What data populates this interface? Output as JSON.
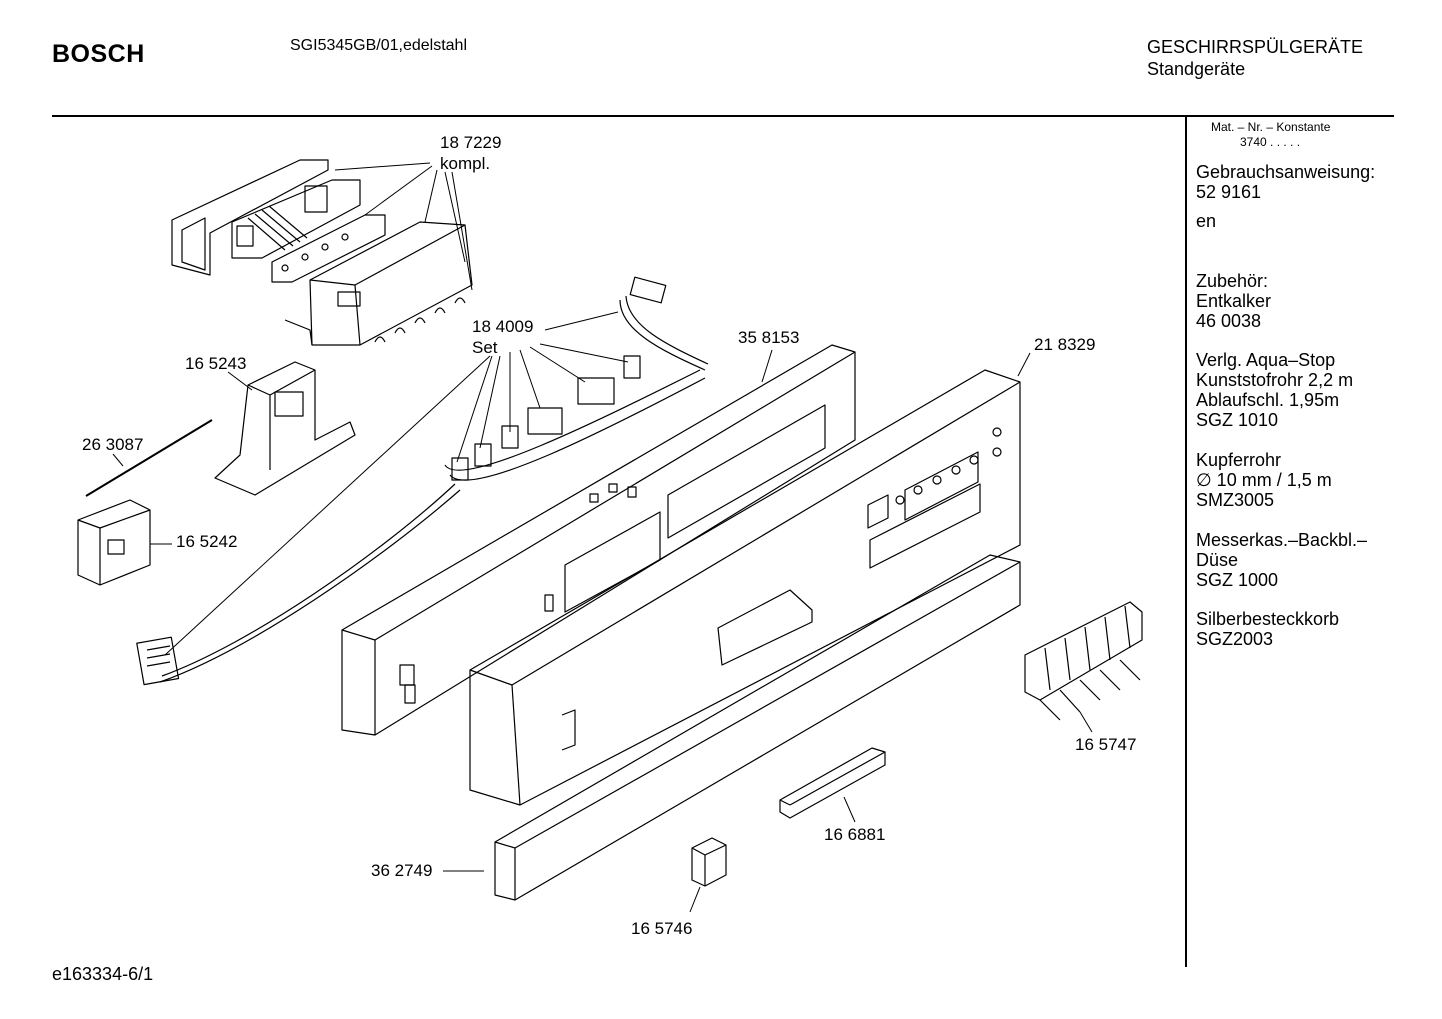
{
  "header": {
    "brand": "BOSCH",
    "model": "SGI5345GB/01,edelstahl",
    "category_main": "GESCHIRRSPÜLGERÄTE",
    "category_sub": "Standgeräte"
  },
  "sidebar": {
    "mat_heading": "Mat. – Nr. – Konstante",
    "mat_value": "3740  .  .  .  .  .",
    "manual_label": "Gebrauchsanweisung:",
    "manual_number": "52 9161",
    "language": "en",
    "accessories_title": "Zubehör:",
    "acc1_name": "Entkalker",
    "acc1_number": "46 0038",
    "acc2_lines": "Verlg. Aqua–Stop\nKunststofrohr 2,2 m\nAblaufschl. 1,95m\nSGZ 1010",
    "acc3_lines": "Kupferrohr\n∅ 10 mm / 1,5 m\nSMZ3005",
    "acc4_lines": "Messerkas.–Backbl.–\nDüse\nSGZ 1000",
    "acc5_lines": "Silberbesteckkorb\nSGZ2003"
  },
  "parts": {
    "p187229": "18 7229",
    "p187229_note": "kompl.",
    "p184009": "18 4009",
    "p184009_note": "Set",
    "p165243": "16 5243",
    "p263087": "26 3087",
    "p165242": "16 5242",
    "p358153": "35 8153",
    "p218329": "21 8329",
    "p165747": "16 5747",
    "p166881": "16 6881",
    "p362749": "36 2749",
    "p165746": "16 5746"
  },
  "footer": {
    "drawing_id": "e163334-6/1"
  }
}
